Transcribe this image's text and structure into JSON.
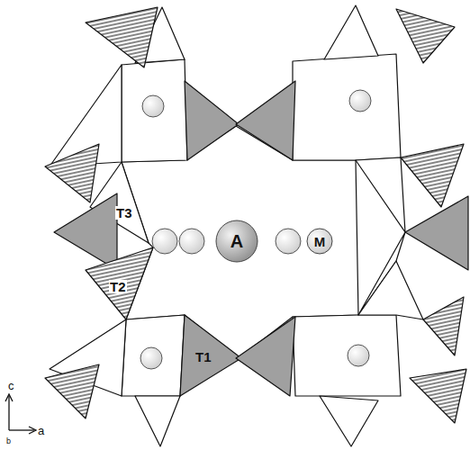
{
  "diagram": {
    "nodes": [
      {
        "text": [
          "A"
        ]
      },
      {
        "text": [
          "M"
        ]
      }
    ],
    "labels": [
      "T3",
      "T2",
      "T1",
      "c",
      "a",
      "b"
    ]
  }
}
